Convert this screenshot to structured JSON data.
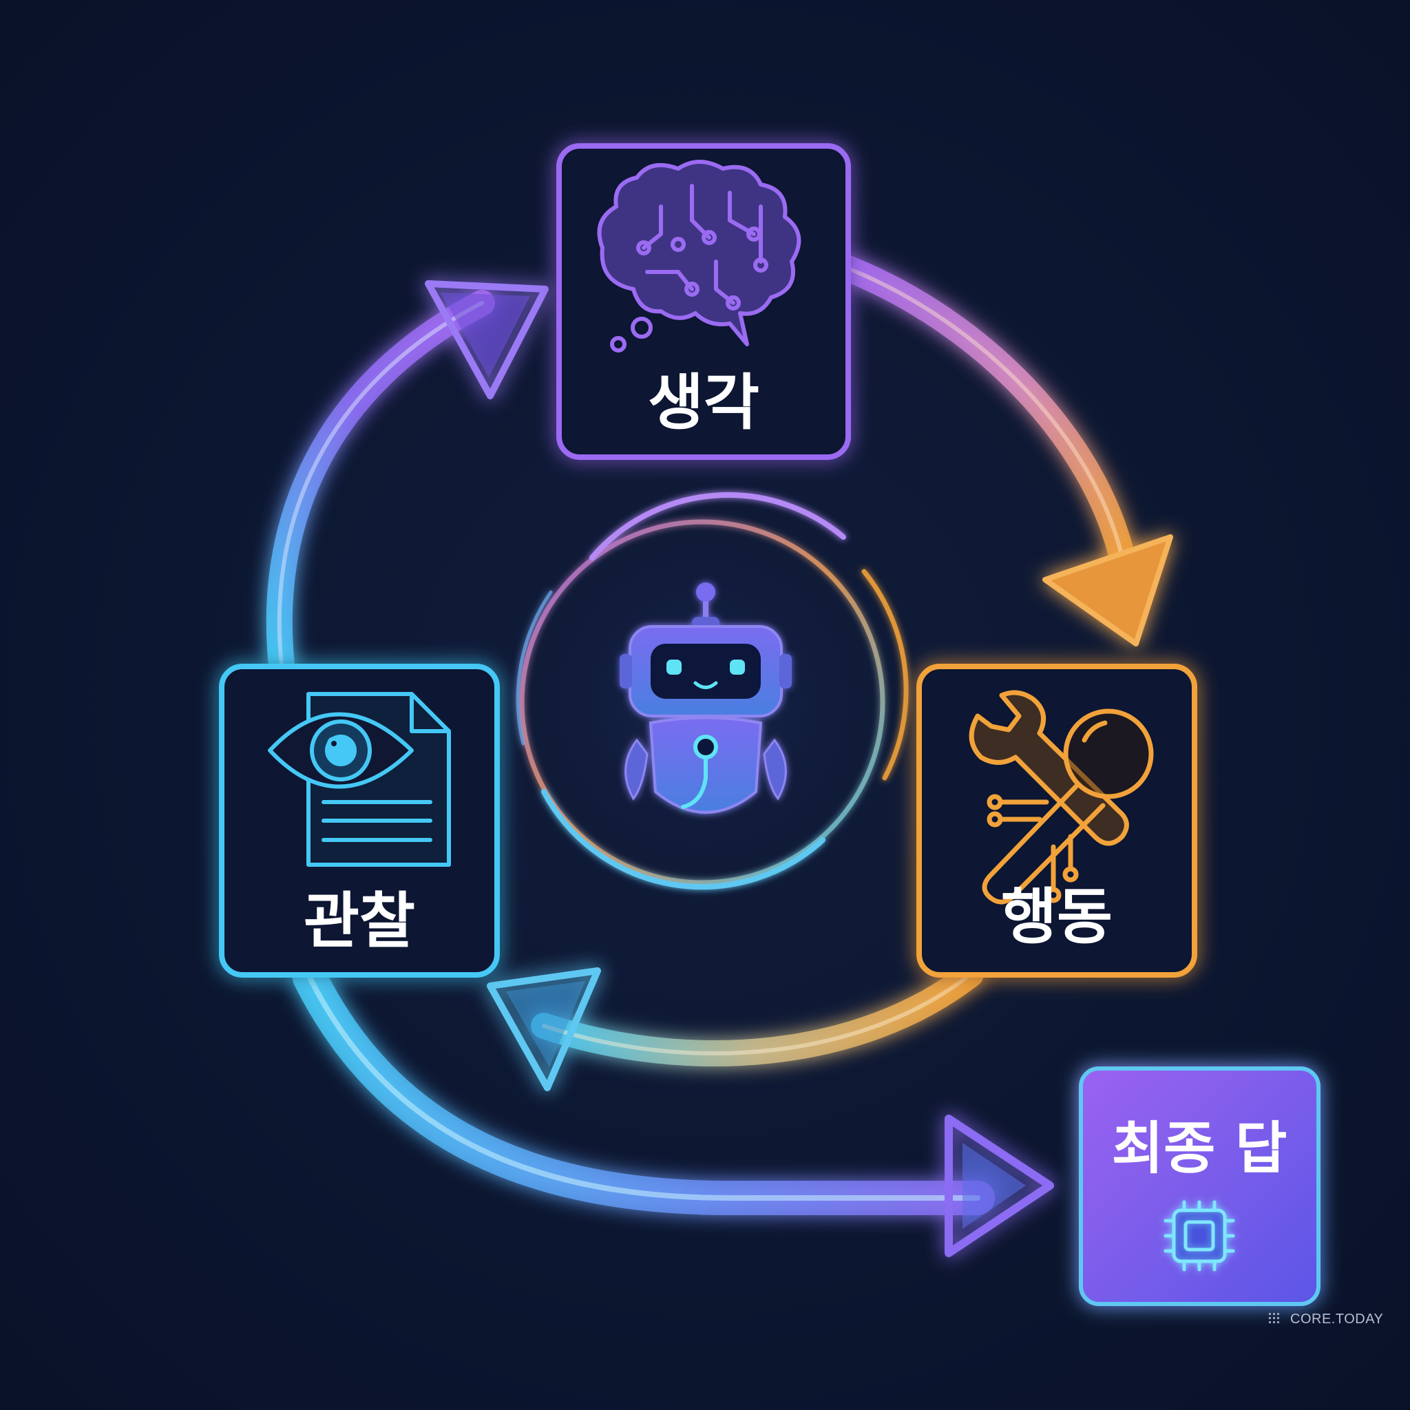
{
  "diagram": {
    "nodes": {
      "think": {
        "label": "생각",
        "icon": "brain-circuit-icon",
        "color": "#9b6bf2"
      },
      "act": {
        "label": "행동",
        "icon": "wrench-magnifier-icon",
        "color": "#f2a23a"
      },
      "observe": {
        "label": "관찰",
        "icon": "eye-document-icon",
        "color": "#45c8f5"
      },
      "final": {
        "label": "최종 답",
        "icon": "chip-icon",
        "color": "#7b5cf0"
      }
    },
    "center": {
      "icon": "robot-icon"
    },
    "flow": [
      "관찰",
      "생각",
      "행동",
      "관찰",
      "최종 답"
    ]
  },
  "watermark": {
    "text": "CORE.TODAY"
  },
  "colors": {
    "background": "#0c1630",
    "purple": "#9b6bf2",
    "orange": "#f2a23a",
    "cyan": "#45c8f5"
  }
}
